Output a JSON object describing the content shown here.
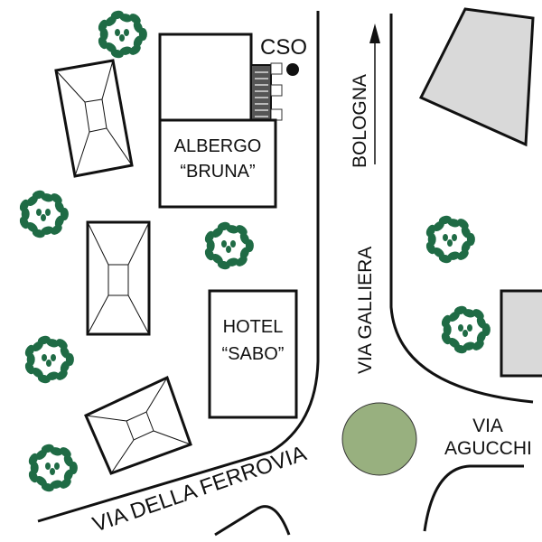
{
  "labels": {
    "cso": "CSO",
    "albergo_line1": "ALBERGO",
    "albergo_line2": "“BRUNA”",
    "hotel_line1": "HOTEL",
    "hotel_line2": "“SABO”",
    "bologna": "BOLOGNA",
    "via_galliera": "VIA GALLIERA",
    "via_ferrovia": "VIA DELLA FERROVIA",
    "via_agucchi_line1": "VIA",
    "via_agucchi_line2": "AGUCCHI"
  },
  "colors": {
    "tree": "#1f6b45",
    "roundabout": "#98b07f",
    "block": "#d9d9d9",
    "hatch": "#555555"
  }
}
